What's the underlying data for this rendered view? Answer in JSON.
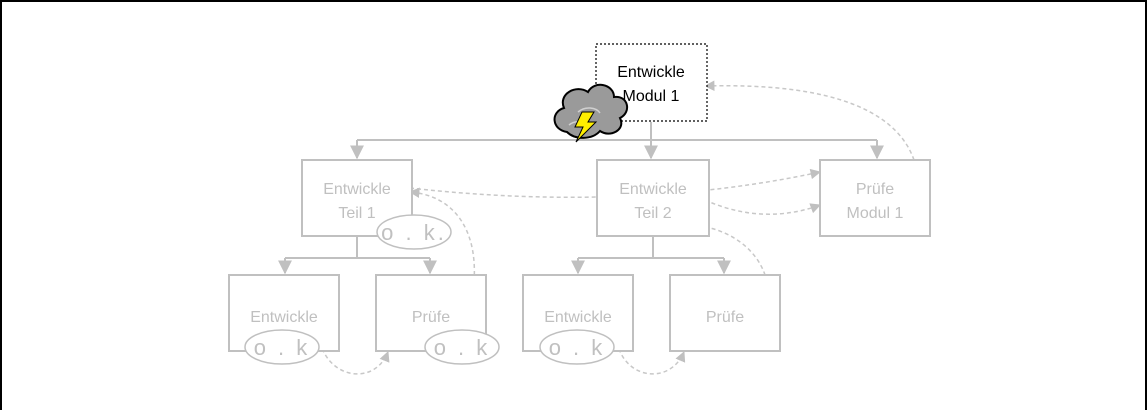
{
  "diagram": {
    "root": {
      "line1": "Entwickle",
      "line2": "Modul 1"
    },
    "level1": [
      {
        "line1": "Entwickle",
        "line2": "Teil 1"
      },
      {
        "line1": "Entwickle",
        "line2": "Teil 2"
      },
      {
        "line1": "Prüfe",
        "line2": "Modul 1"
      }
    ],
    "level2": [
      {
        "label": "Entwickle"
      },
      {
        "label": "Prüfe"
      },
      {
        "label": "Entwickle"
      },
      {
        "label": "Prüfe"
      }
    ],
    "ok_badges": [
      "o . k.",
      "o . k",
      "o . k",
      "o . k"
    ]
  },
  "colors": {
    "faded": "#c0c0c0",
    "active": "#000000",
    "cloud": "#9a9a9a",
    "lightning": "#ffee00"
  },
  "icons": [
    "storm-cloud-icon",
    "lightning-bolt-icon"
  ]
}
